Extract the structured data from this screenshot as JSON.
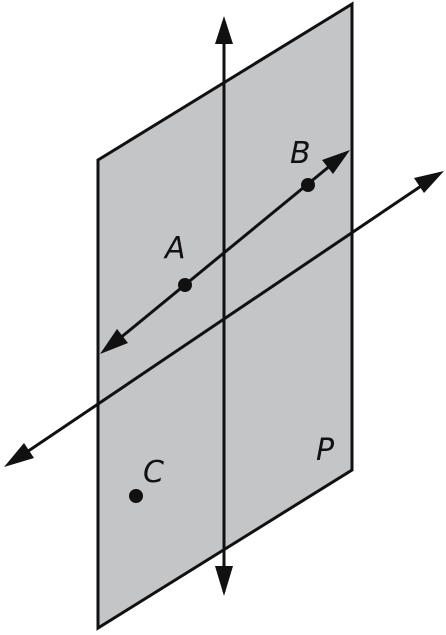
{
  "diagram": {
    "labels": {
      "point_a": "A",
      "point_b": "B",
      "point_c": "C",
      "plane_p": "P"
    },
    "colors": {
      "plane_fill": "#c4c5c7",
      "stroke": "#111111",
      "background": "#ffffff"
    }
  }
}
